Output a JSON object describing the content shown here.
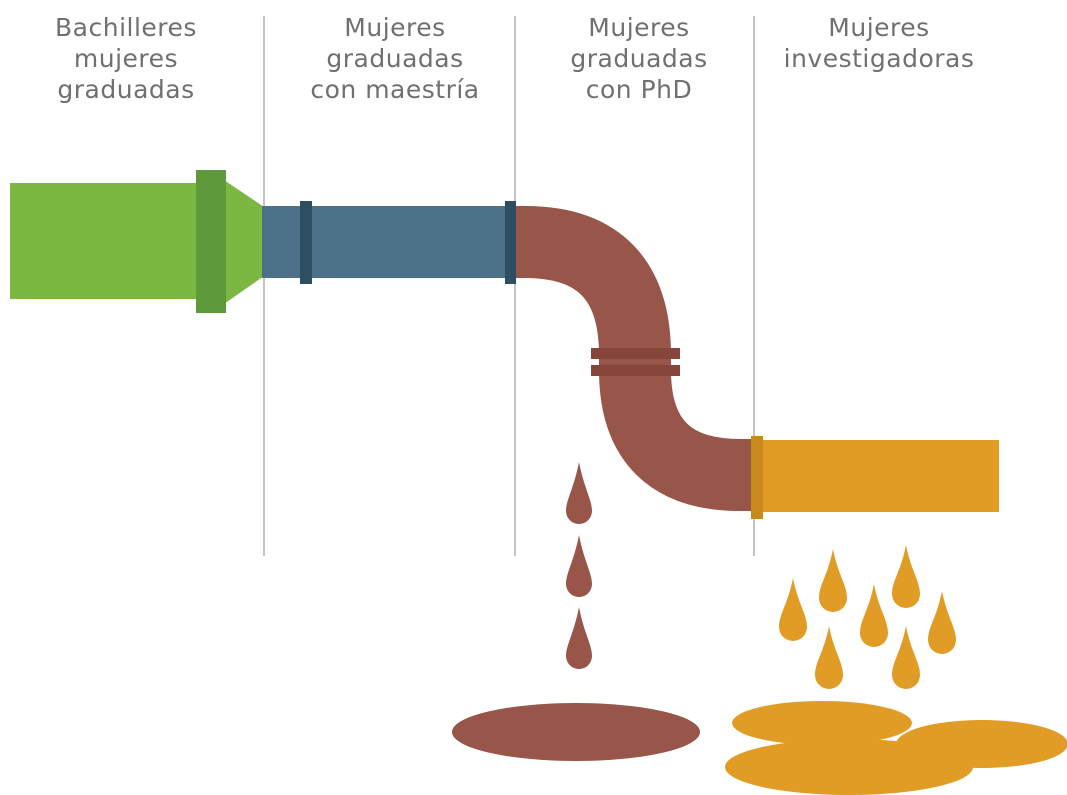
{
  "stages": [
    {
      "label": "Bachilleres\nmujeres\ngraduadas",
      "color": "#7cb742"
    },
    {
      "label": "Mujeres\ngraduadas\ncon maestría",
      "color": "#4b7088"
    },
    {
      "label": "Mujeres\ngraduadas\ncon PhD",
      "color": "#98564a"
    },
    {
      "label": "Mujeres\ninvestigadoras",
      "color": "#e09c24"
    }
  ],
  "colors": {
    "green_pipe": "#7cb742",
    "green_dark": "#5e9a3b",
    "blue_pipe": "#4b7088",
    "blue_dark": "#2e4e61",
    "red_pipe": "#98564a",
    "red_dark": "#87463c",
    "orange_pipe": "#e09c24",
    "orange_dark": "#c98a1b",
    "divider": "#b0b0b0"
  }
}
